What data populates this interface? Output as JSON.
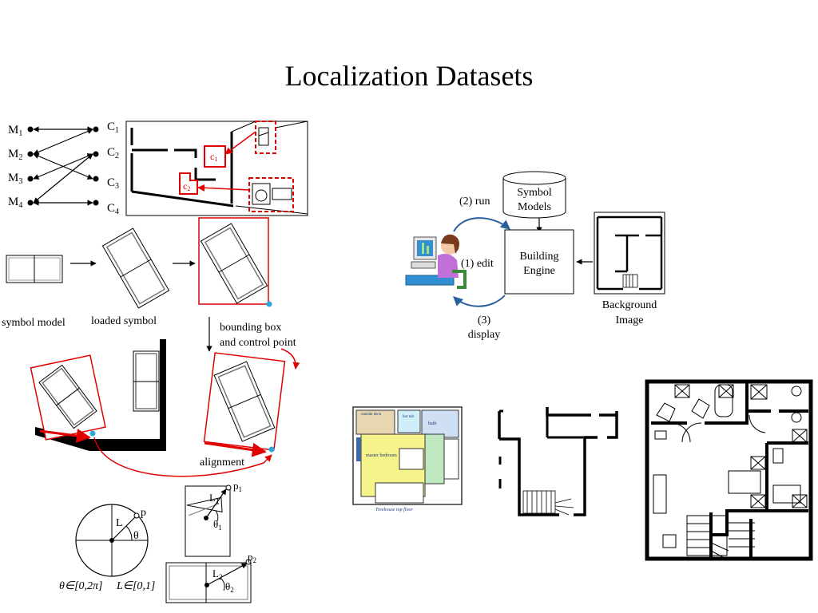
{
  "slide": {
    "title": "Localization Datasets"
  },
  "matching": {
    "models": [
      "M",
      "M",
      "M",
      "M"
    ],
    "model_subs": [
      "1",
      "2",
      "3",
      "4"
    ],
    "categories": [
      "C",
      "C",
      "C",
      "C"
    ],
    "category_subs": [
      "1",
      "2",
      "3",
      "4"
    ],
    "floorplan_labels": [
      {
        "main": "c",
        "sub": "1"
      },
      {
        "main": "c",
        "sub": "2"
      }
    ]
  },
  "pipeline": {
    "symbol_model": "symbol model",
    "loaded_symbol": "loaded symbol",
    "bbox_line1": "bounding box",
    "bbox_line2": "and control point",
    "alignment": "alignment"
  },
  "parameters": {
    "point_p": "p",
    "length_L": "L",
    "angle_theta": "θ",
    "theta_range": "θ∈[0,2π]",
    "length_range": "L∈[0,1]",
    "p1": {
      "main": "p",
      "sub": "1"
    },
    "p2": {
      "main": "p",
      "sub": "2"
    },
    "L1": {
      "main": "L",
      "sub": "1"
    },
    "L2": {
      "main": "L",
      "sub": "2"
    },
    "theta1": {
      "main": "θ",
      "sub": "1"
    },
    "theta2": {
      "main": "θ",
      "sub": "2"
    }
  },
  "system": {
    "db_line1": "Symbol",
    "db_line2": "Models",
    "engine_line1": "Building",
    "engine_line2": "Engine",
    "run": "(2) run",
    "edit": "(1) edit",
    "display_line1": "(3)",
    "display_line2": "display",
    "bg_line1": "Background",
    "bg_line2": "Image"
  },
  "samples": {
    "color_plan_rooms": [
      "outside deck",
      "hot tub",
      "bath",
      "master bedroom"
    ],
    "color_plan_caption": "Treehouse top floor"
  },
  "colors": {
    "highlight": "#e00000",
    "control_point": "#29a8e0",
    "screen": "#2f8fd0",
    "person_top": "#c070d8",
    "plan_floor": "#f5f38a",
    "plan_tile": "#bfe8c0"
  }
}
